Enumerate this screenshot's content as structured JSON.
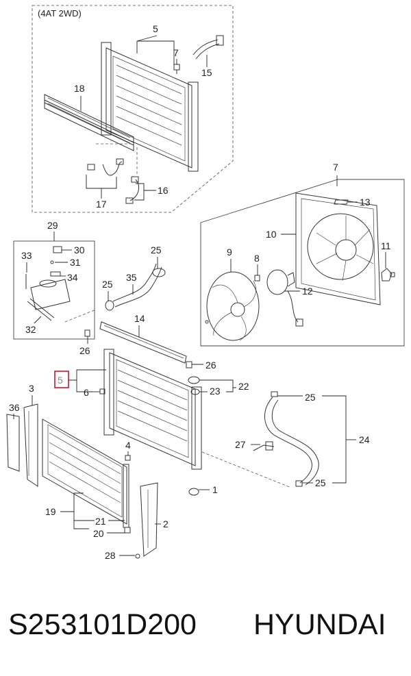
{
  "diagram": {
    "variant_label": "(4AT 2WD)",
    "callouts": {
      "c1": "1",
      "c2": "2",
      "c3": "3",
      "c4": "4",
      "c5a": "5",
      "c5b": "5",
      "c6": "6",
      "c7a": "7",
      "c7b": "7",
      "c8": "8",
      "c9": "9",
      "c10": "10",
      "c11": "11",
      "c12": "12",
      "c13": "13",
      "c14": "14",
      "c15": "15",
      "c16": "16",
      "c17": "17",
      "c18": "18",
      "c19": "19",
      "c20": "20",
      "c21": "21",
      "c22": "22",
      "c23": "23",
      "c24": "24",
      "c25a": "25",
      "c25b": "25",
      "c25c": "25",
      "c25d": "25",
      "c26a": "26",
      "c26b": "26",
      "c27": "27",
      "c28": "28",
      "c29": "29",
      "c30": "30",
      "c31": "31",
      "c32": "32",
      "c33": "33",
      "c34": "34",
      "c35": "35",
      "c36": "36"
    },
    "highlight_color": "#d0021b"
  },
  "footer": {
    "part_number": "S253101D200",
    "brand": "HYUNDAI"
  }
}
